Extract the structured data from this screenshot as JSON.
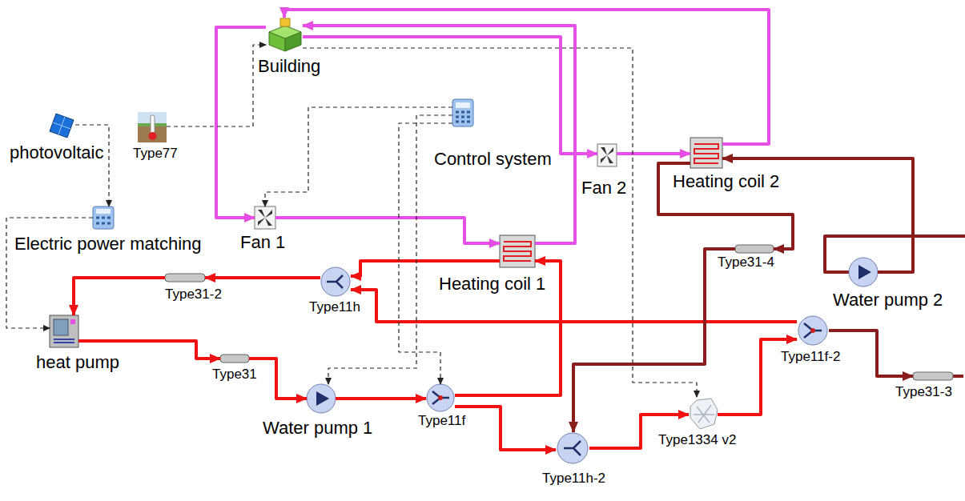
{
  "diagram": {
    "nodes": [
      {
        "text": [
          "Building"
        ]
      },
      {
        "text": [
          "photovoltaic"
        ]
      },
      {
        "text": [
          "Type77"
        ]
      },
      {
        "text": [
          "Control system"
        ]
      },
      {
        "text": [
          "Electric power matching"
        ]
      },
      {
        "text": [
          "Fan 1"
        ]
      },
      {
        "text": [
          "Fan 2"
        ]
      },
      {
        "text": [
          "Heating coil 2"
        ]
      },
      {
        "text": [
          "Heating coil 1"
        ]
      },
      {
        "text": [
          "Type11h"
        ]
      },
      {
        "text": [
          "Type31-2"
        ]
      },
      {
        "text": [
          "heat pump"
        ]
      },
      {
        "text": [
          "Type31"
        ]
      },
      {
        "text": [
          "Water pump 1"
        ]
      },
      {
        "text": [
          "Type11f"
        ]
      },
      {
        "text": [
          "Type11h-2"
        ]
      },
      {
        "text": [
          "Type1334 v2"
        ]
      },
      {
        "text": [
          "Type11f-2"
        ]
      },
      {
        "text": [
          "Type31-3"
        ]
      },
      {
        "text": [
          "Type31-4"
        ]
      },
      {
        "text": [
          "Water pump 2"
        ]
      }
    ],
    "edges": [
      {
        "from": 0,
        "to": 5,
        "arrow": "to"
      },
      {
        "from": 5,
        "to": 8,
        "arrow": "to"
      },
      {
        "from": 8,
        "to": 0,
        "arrow": "to"
      },
      {
        "from": 0,
        "to": 6,
        "arrow": "to"
      },
      {
        "from": 6,
        "to": 7,
        "arrow": "to"
      },
      {
        "from": 7,
        "to": 0,
        "arrow": "to"
      },
      {
        "from": 11,
        "to": 12,
        "arrow": "to"
      },
      {
        "from": 12,
        "to": 13,
        "arrow": "to"
      },
      {
        "from": 13,
        "to": 14,
        "arrow": "to"
      },
      {
        "from": 14,
        "to": 8,
        "arrow": "to"
      },
      {
        "from": 8,
        "to": 9,
        "arrow": "to"
      },
      {
        "from": 9,
        "to": 10,
        "arrow": "to"
      },
      {
        "from": 10,
        "to": 11,
        "arrow": "to"
      },
      {
        "from": 14,
        "to": 15,
        "arrow": "to"
      },
      {
        "from": 15,
        "to": 16,
        "arrow": "to"
      },
      {
        "from": 16,
        "to": 17,
        "arrow": "to"
      },
      {
        "from": 17,
        "to": 9,
        "arrow": "to"
      },
      {
        "from": 17,
        "to": 18,
        "arrow": "to"
      },
      {
        "from": 20,
        "to": 7,
        "arrow": "to"
      },
      {
        "from": 7,
        "to": 19,
        "arrow": "to"
      },
      {
        "from": 19,
        "to": 15,
        "arrow": "to"
      },
      {
        "from": 2,
        "to": 0,
        "arrow": "to"
      },
      {
        "from": 1,
        "to": 4,
        "arrow": "to"
      },
      {
        "from": 4,
        "to": 11,
        "arrow": "to"
      },
      {
        "from": 3,
        "to": 5,
        "arrow": "to"
      },
      {
        "from": 3,
        "to": 13,
        "arrow": "to"
      },
      {
        "from": 3,
        "to": 14,
        "arrow": "to"
      },
      {
        "from": 0,
        "to": 16,
        "arrow": "to"
      }
    ]
  }
}
